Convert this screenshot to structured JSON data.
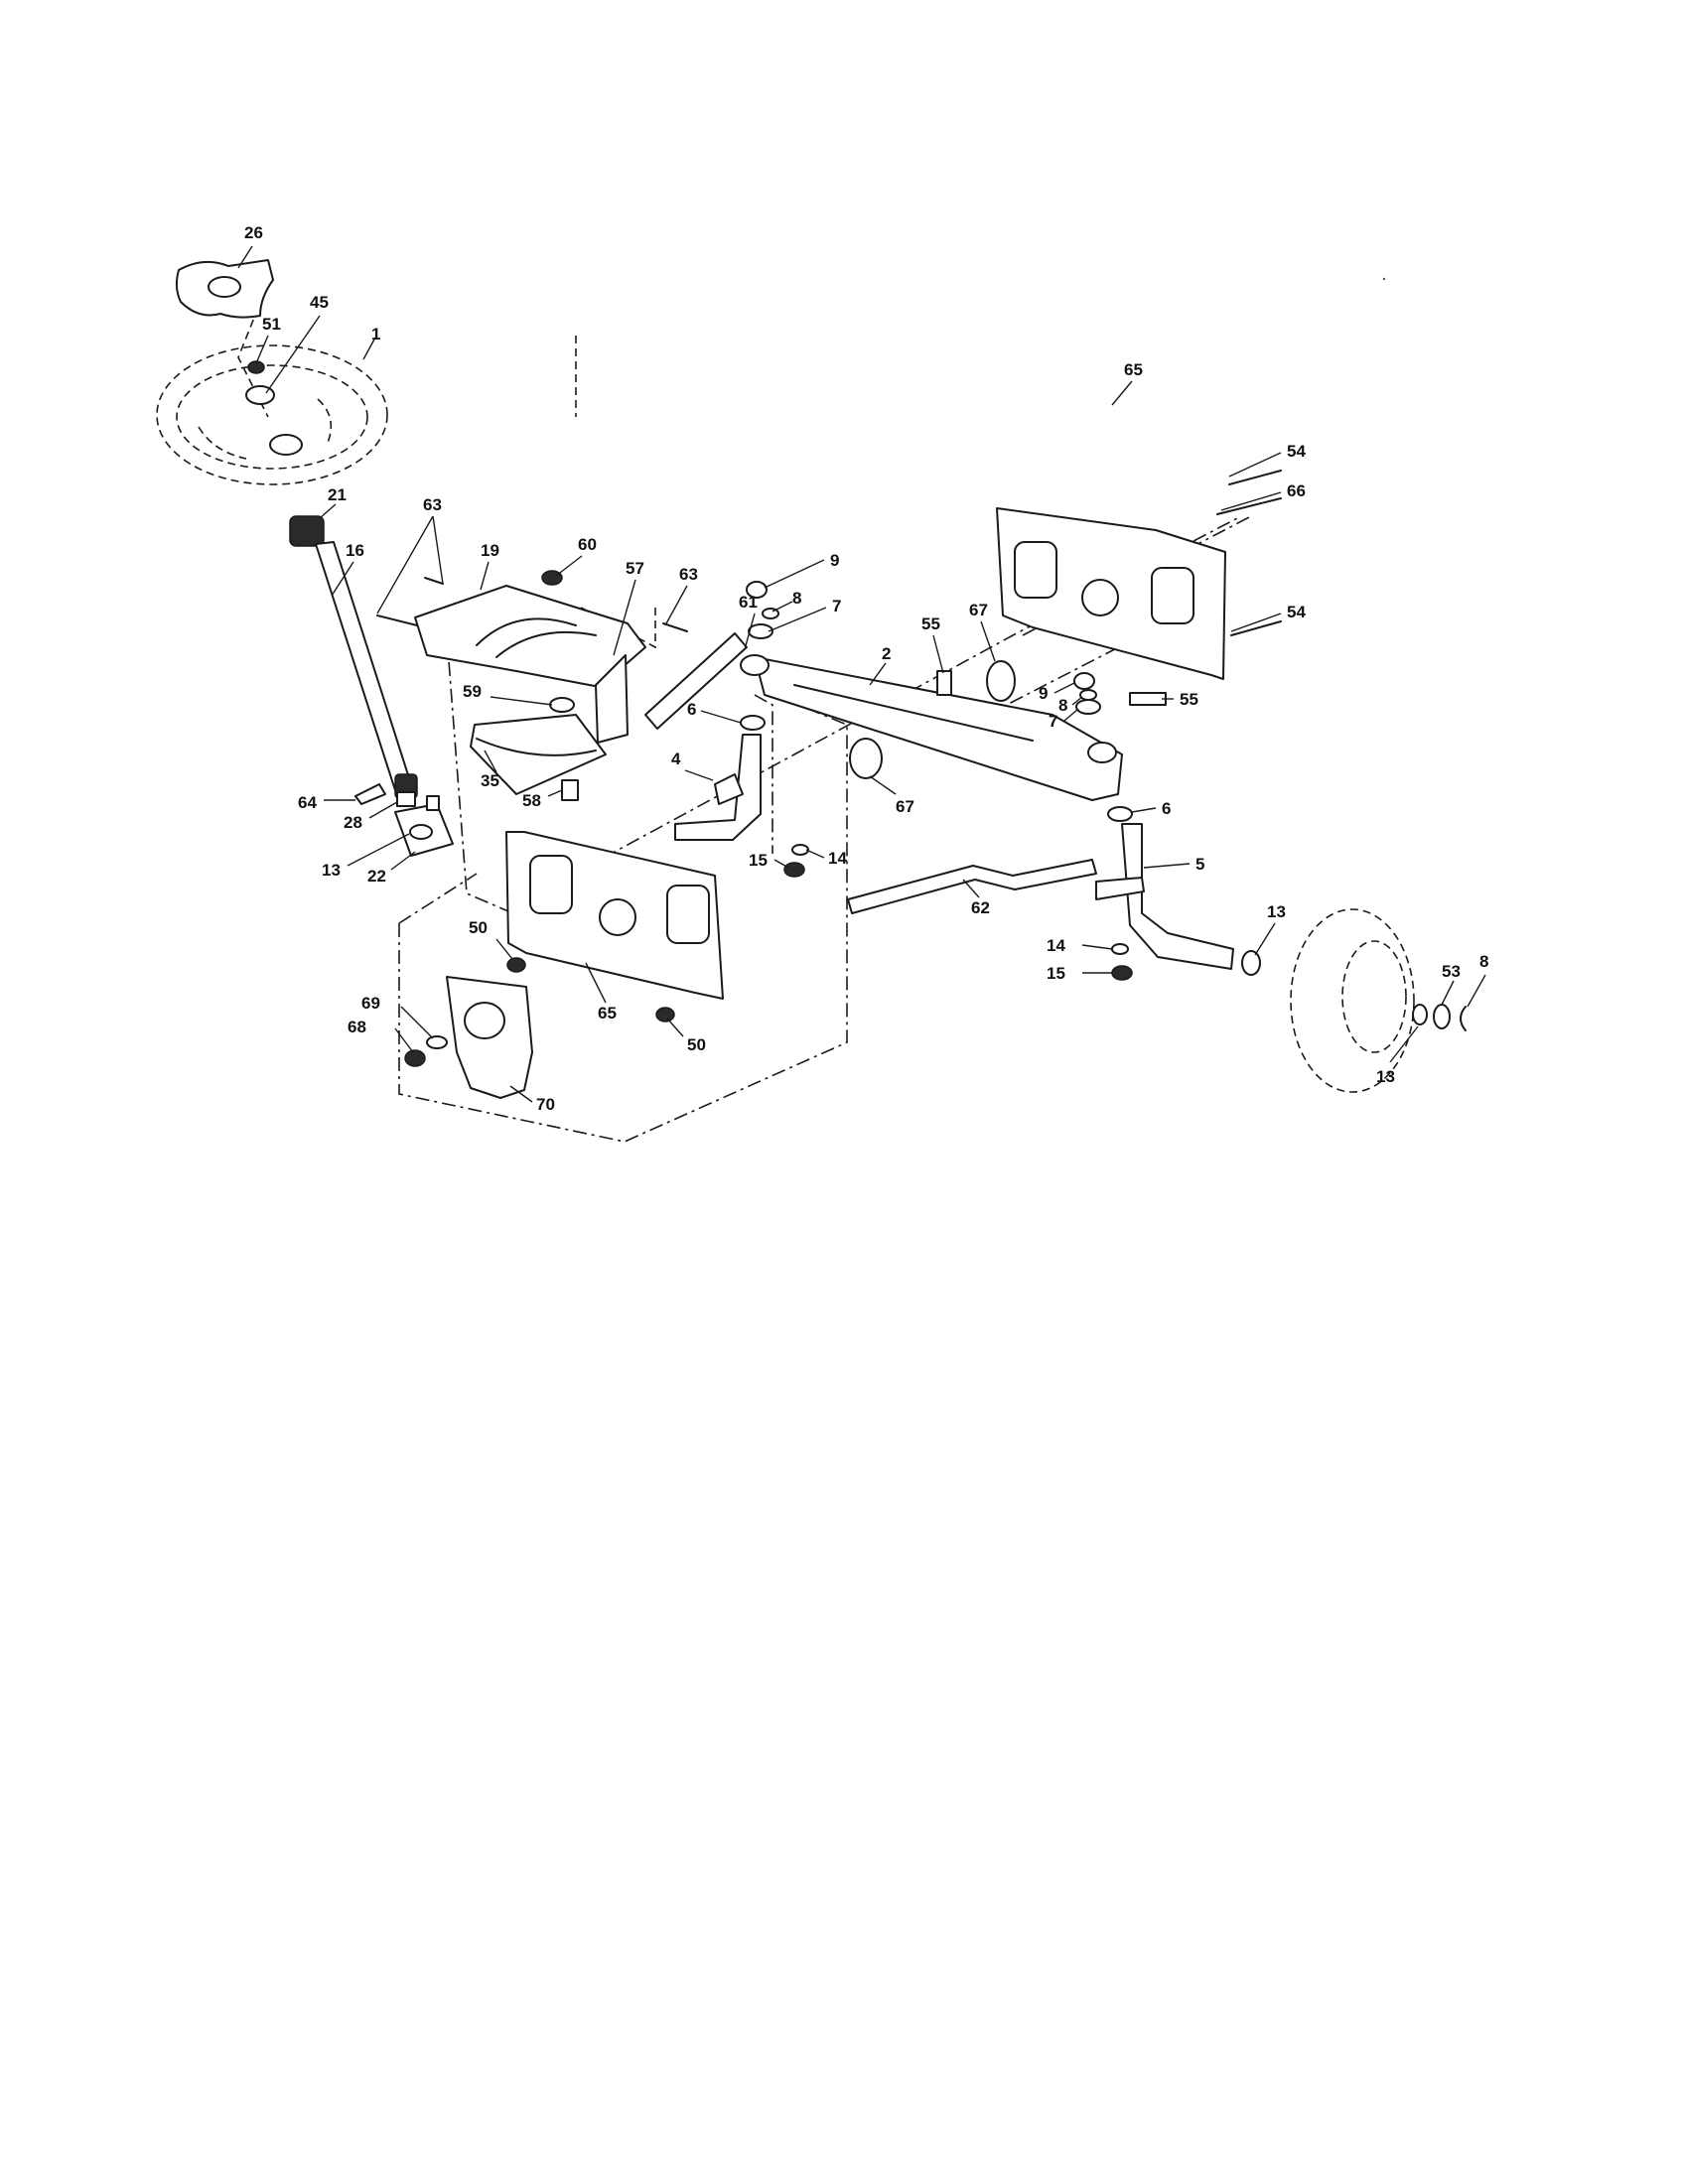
{
  "callouts": [
    {
      "id": "c26",
      "label": "26"
    },
    {
      "id": "c45",
      "label": "45"
    },
    {
      "id": "c51",
      "label": "51"
    },
    {
      "id": "c1",
      "label": "1"
    },
    {
      "id": "c21",
      "label": "21"
    },
    {
      "id": "c16",
      "label": "16"
    },
    {
      "id": "c63a",
      "label": "63"
    },
    {
      "id": "c19",
      "label": "19"
    },
    {
      "id": "c60",
      "label": "60"
    },
    {
      "id": "c57",
      "label": "57"
    },
    {
      "id": "c63b",
      "label": "63"
    },
    {
      "id": "c61",
      "label": "61"
    },
    {
      "id": "c9a",
      "label": "9"
    },
    {
      "id": "c8a",
      "label": "8"
    },
    {
      "id": "c7a",
      "label": "7"
    },
    {
      "id": "c65a",
      "label": "65"
    },
    {
      "id": "c54a",
      "label": "54"
    },
    {
      "id": "c66",
      "label": "66"
    },
    {
      "id": "c54b",
      "label": "54"
    },
    {
      "id": "c67a",
      "label": "67"
    },
    {
      "id": "c55a",
      "label": "55"
    },
    {
      "id": "c2",
      "label": "2"
    },
    {
      "id": "c9b",
      "label": "9"
    },
    {
      "id": "c8b",
      "label": "8"
    },
    {
      "id": "c7b",
      "label": "7"
    },
    {
      "id": "c55b",
      "label": "55"
    },
    {
      "id": "c59",
      "label": "59"
    },
    {
      "id": "c6a",
      "label": "6"
    },
    {
      "id": "c4",
      "label": "4"
    },
    {
      "id": "c67b",
      "label": "67"
    },
    {
      "id": "c35",
      "label": "35"
    },
    {
      "id": "c58",
      "label": "58"
    },
    {
      "id": "c64",
      "label": "64"
    },
    {
      "id": "c28",
      "label": "28"
    },
    {
      "id": "c13a",
      "label": "13"
    },
    {
      "id": "c22",
      "label": "22"
    },
    {
      "id": "c6b",
      "label": "6"
    },
    {
      "id": "c15a",
      "label": "15"
    },
    {
      "id": "c14a",
      "label": "14"
    },
    {
      "id": "c5",
      "label": "5"
    },
    {
      "id": "c62",
      "label": "62"
    },
    {
      "id": "c50a",
      "label": "50"
    },
    {
      "id": "c65b",
      "label": "65"
    },
    {
      "id": "c50b",
      "label": "50"
    },
    {
      "id": "c69",
      "label": "69"
    },
    {
      "id": "c68",
      "label": "68"
    },
    {
      "id": "c70",
      "label": "70"
    },
    {
      "id": "c14b",
      "label": "14"
    },
    {
      "id": "c15b",
      "label": "15"
    },
    {
      "id": "c13b",
      "label": "13"
    },
    {
      "id": "c53",
      "label": "53"
    },
    {
      "id": "c8c",
      "label": "8"
    },
    {
      "id": "c13c",
      "label": "13"
    }
  ]
}
